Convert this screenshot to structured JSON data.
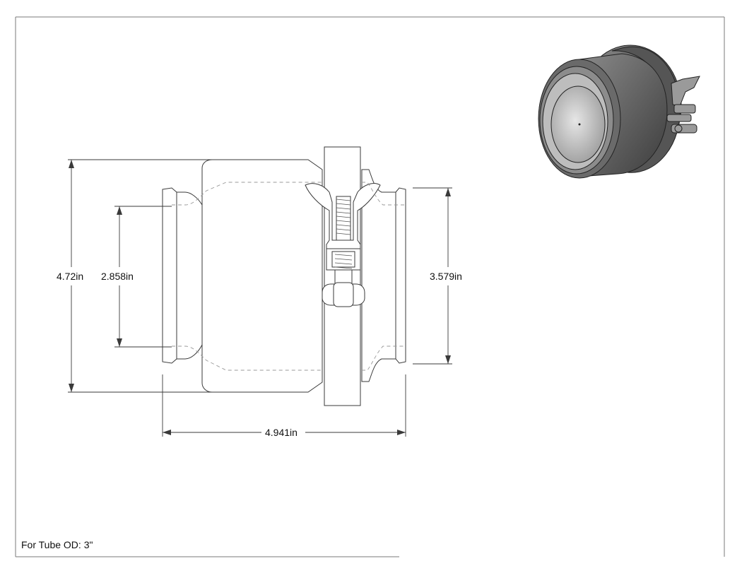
{
  "dimensions": {
    "overall_height": "4.72in",
    "inner_bore": "2.858in",
    "flange_height": "3.579in",
    "overall_length": "4.941in"
  },
  "note": "For Tube OD: 3\"",
  "colors": {
    "line": "#3a3a3a",
    "hidden_line": "#9a9a9a",
    "body_dark": "#4a4a4a",
    "body_mid": "#7a7a7a",
    "body_light": "#bdbdbd"
  }
}
